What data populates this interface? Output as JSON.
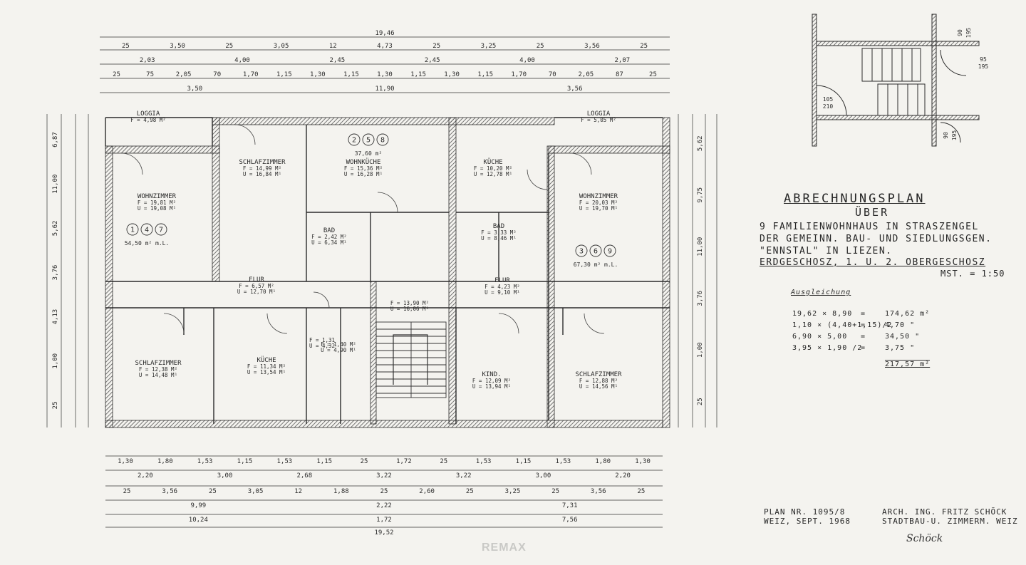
{
  "title_block": {
    "title": "ABRECHNUNGSPLAN",
    "subtitle": "ÜBER",
    "lines": [
      "9 FAMILIENWOHNHAUS IN STRASZENGEL",
      "DER GEMEINN. BAU- UND SIEDLUNGSGEN.",
      "\"ENNSTAL\" IN LIEZEN.",
      "ERDGESCHOSZ, 1. U. 2. OBERGESCHOSZ"
    ],
    "scale": "MST. = 1:50"
  },
  "calculation": {
    "heading": "Ausgleichung",
    "rows": [
      {
        "expr": "19,62 × 8,90",
        "eq": "=",
        "result": "174,62 m²"
      },
      {
        "expr": "1,10 × (4,40+1,15)/2",
        "eq": "=",
        "result": "4,70 \""
      },
      {
        "expr": "6,90 × 5,00",
        "eq": "=",
        "result": "34,50 \""
      },
      {
        "expr": "3,95 × 1,90 /2",
        "eq": "=",
        "result": "3,75 \""
      }
    ],
    "total": "217,57 m²"
  },
  "footer": {
    "plan_no": "PLAN NR. 1095/8",
    "place_date": "WEIZ, SEPT. 1968",
    "architect": "ARCH. ING. FRITZ SCHÖCK",
    "architect_sub": "STADTBAU-U. ZIMMERM. WEIZ",
    "signature": "Schöck"
  },
  "watermark": "REMAX",
  "rooms": [
    {
      "id": "loggia-left",
      "name": "LOGGIA",
      "area": "F = 4,98 M²",
      "perim": ""
    },
    {
      "id": "loggia-right",
      "name": "LOGGIA",
      "area": "F = 5,05 M²",
      "perim": ""
    },
    {
      "id": "wohnzimmer-left",
      "name": "WOHNZIMMER",
      "area": "F = 19,81 M²",
      "perim": "U = 19,08 M¹"
    },
    {
      "id": "schlafzimmer-top",
      "name": "SCHLAFZIMMER",
      "area": "F = 14,99 M²",
      "perim": "U = 16,84 M¹"
    },
    {
      "id": "wohnkueche",
      "name": "WOHNKÜCHE",
      "area": "F = 15,36 M²",
      "perim": "U = 16,28 M¹"
    },
    {
      "id": "kueche-top",
      "name": "KÜCHE",
      "area": "F = 10,20 M²",
      "perim": "U = 12,78 M¹"
    },
    {
      "id": "wohnzimmer-right",
      "name": "WOHNZIMMER",
      "area": "F = 20,03 M²",
      "perim": "U = 19,70 M¹"
    },
    {
      "id": "bad-left",
      "name": "BAD",
      "area": "F = 2,42 M²",
      "perim": "U = 6,34 M¹"
    },
    {
      "id": "bad-right",
      "name": "BAD",
      "area": "F = 3,33 M²",
      "perim": "U = 8,46 M¹"
    },
    {
      "id": "flur-left",
      "name": "FLUR",
      "area": "F = 6,57 M²",
      "perim": "U = 12,70 M¹"
    },
    {
      "id": "flur-right",
      "name": "FLUR",
      "area": "F = 4,23 M²",
      "perim": "U = 9,10 M¹"
    },
    {
      "id": "stiege",
      "name": "",
      "area": "F = 13,90 M²",
      "perim": "U = 16,06 M¹"
    },
    {
      "id": "schlafzimmer-left",
      "name": "SCHLAFZIMMER",
      "area": "F = 12,38 M²",
      "perim": "U = 14,48 M¹"
    },
    {
      "id": "kueche-bottom",
      "name": "KÜCHE",
      "area": "F = 11,34 M²",
      "perim": "U = 13,54 M¹"
    },
    {
      "id": "kind",
      "name": "KIND.",
      "area": "F = 12,09 M²",
      "perim": "U = 13,94 M¹"
    },
    {
      "id": "schlafzimmer-right",
      "name": "SCHLAFZIMMER",
      "area": "F = 12,88 M²",
      "perim": "U = 14,56 M¹"
    },
    {
      "id": "wc-a",
      "name": "",
      "area": "F = 1,31",
      "perim": "U = 4,32"
    },
    {
      "id": "wc-b",
      "name": "",
      "area": "F = 1,40 M²",
      "perim": "U = 4,90 M¹"
    }
  ],
  "unit_tags": [
    {
      "id": "unit-147",
      "digits": [
        "1",
        "4",
        "7"
      ],
      "note": "54,50 m² m.L."
    },
    {
      "id": "unit-258",
      "digits": [
        "2",
        "5",
        "8"
      ],
      "note": "37,60 m²"
    },
    {
      "id": "unit-369",
      "digits": [
        "3",
        "6",
        "9"
      ],
      "note": "67,30 m² m.L."
    }
  ],
  "top_dims": {
    "row0": [
      "19,46"
    ],
    "row1": [
      "25",
      "3,50",
      "25",
      "3,05",
      "12",
      "4,73",
      "25",
      "3,25",
      "25",
      "3,56",
      "25"
    ],
    "row2": [
      "2,03",
      "4,00",
      "2,45",
      "2,45",
      "4,00",
      "2,07"
    ],
    "row3": [
      "25",
      "75",
      "2,05",
      "70",
      "1,70",
      "1,15",
      "1,30",
      "1,15",
      "1,30",
      "1,15",
      "1,30",
      "1,15",
      "1,70",
      "70",
      "2,05",
      "87",
      "25"
    ],
    "row4": [
      "3,50",
      "11,90",
      "3,56"
    ]
  },
  "bottom_dims": {
    "row1": [
      "1,30",
      "1,80",
      "1,53",
      "1,15",
      "1,53",
      "1,15",
      "25",
      "1,72",
      "25",
      "1,53",
      "1,15",
      "1,53",
      "1,80",
      "1,30"
    ],
    "row2": [
      "2,20",
      "3,00",
      "2,68",
      "3,22",
      "3,22",
      "3,00",
      "2,20"
    ],
    "row3": [
      "25",
      "3,56",
      "25",
      "3,05",
      "12",
      "1,88",
      "25",
      "2,60",
      "25",
      "3,25",
      "25",
      "3,56",
      "25"
    ],
    "row4": [
      "9,99",
      "2,22",
      "7,31"
    ],
    "row5": [
      "10,24",
      "1,72",
      "7,56"
    ],
    "row6": [
      "19,52"
    ]
  },
  "side_dims": {
    "left": [
      "6,87",
      "11,00",
      "5,62",
      "3,76",
      "4,13",
      "1,00",
      "25"
    ],
    "right": [
      "5,62",
      "9,75",
      "11,00",
      "3,76",
      "1,00",
      "25"
    ]
  },
  "stair_detail_dims": [
    "90",
    "195",
    "95",
    "195",
    "105",
    "210",
    "90",
    "195"
  ]
}
